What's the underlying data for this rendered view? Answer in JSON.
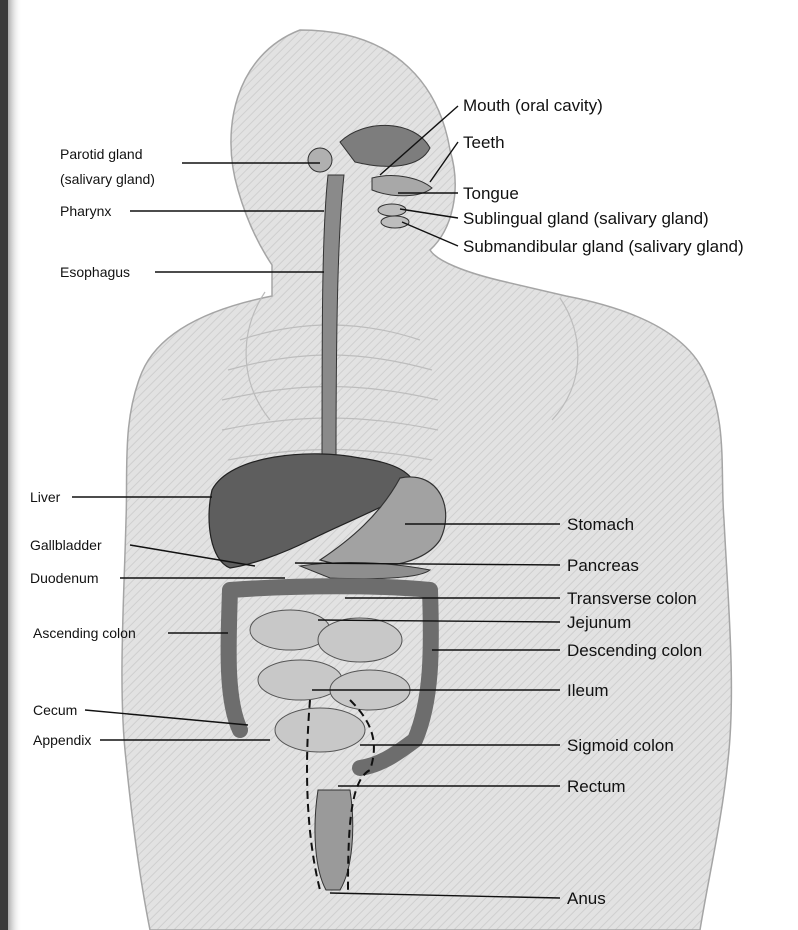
{
  "diagram": {
    "labels": [
      {
        "id": "mouth",
        "text": "Mouth (oral cavity)"
      },
      {
        "id": "teeth",
        "text": "Teeth"
      },
      {
        "id": "parotid-1",
        "text": "Parotid gland"
      },
      {
        "id": "parotid-2",
        "text": "(salivary gland)"
      },
      {
        "id": "tongue",
        "text": "Tongue"
      },
      {
        "id": "pharynx",
        "text": "Pharynx"
      },
      {
        "id": "sublingual",
        "text": "Sublingual gland (salivary gland)"
      },
      {
        "id": "submandibular",
        "text": "Submandibular gland (salivary gland)"
      },
      {
        "id": "esophagus",
        "text": "Esophagus"
      },
      {
        "id": "liver",
        "text": "Liver"
      },
      {
        "id": "stomach",
        "text": "Stomach"
      },
      {
        "id": "gallbladder",
        "text": "Gallbladder"
      },
      {
        "id": "pancreas",
        "text": "Pancreas"
      },
      {
        "id": "duodenum",
        "text": "Duodenum"
      },
      {
        "id": "transverse-colon",
        "text": "Transverse colon"
      },
      {
        "id": "jejunum",
        "text": "Jejunum"
      },
      {
        "id": "ascending-colon",
        "text": "Ascending colon"
      },
      {
        "id": "descending-colon",
        "text": "Descending colon"
      },
      {
        "id": "ileum",
        "text": "Ileum"
      },
      {
        "id": "cecum",
        "text": "Cecum"
      },
      {
        "id": "appendix",
        "text": "Appendix"
      },
      {
        "id": "sigmoid-colon",
        "text": "Sigmoid colon"
      },
      {
        "id": "rectum",
        "text": "Rectum"
      },
      {
        "id": "anus",
        "text": "Anus"
      }
    ]
  }
}
